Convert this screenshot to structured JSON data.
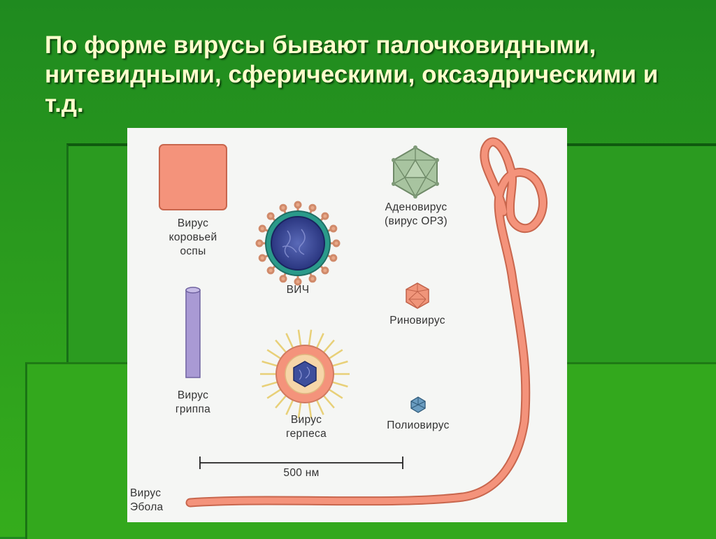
{
  "slide": {
    "title": "По форме вирусы бывают палочковидными, нитевидными, сферическими, оксаэдрическими и т.д."
  },
  "figure": {
    "labels": {
      "vaccinia": "Вирус\nкоровьей\nоспы",
      "hiv": "ВИЧ",
      "adenovirus": "Аденовирус\n(вирус ОРЗ)",
      "rhinovirus": "Риновирус",
      "influenza": "Вирус\nгриппа",
      "herpes": "Вирус\nгерпеса",
      "poliovirus": "Полиовирус",
      "ebola": "Вирус\nЭбола",
      "scale_bar": "500 нм"
    }
  },
  "colors": {
    "salmon": "#f4937b",
    "salmon_stroke": "#c8664d",
    "lavender": "#9b8ec9",
    "hiv_blue": "#3a4a9a",
    "teal_ring": "#2a9a8a",
    "adeno_green": "#a8c4a0",
    "polio_blue": "#5a8ab0",
    "spike_yellow": "#e8d078"
  }
}
